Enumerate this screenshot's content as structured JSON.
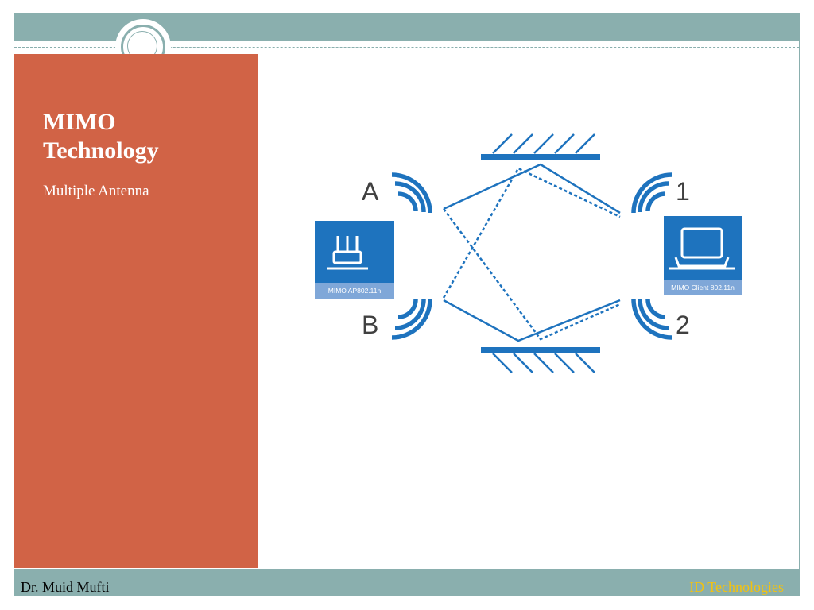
{
  "slide": {
    "title": "MIMO\nTechnology",
    "subtitle": "Multiple Antenna"
  },
  "footer": {
    "left": "Dr. Muid Mufti",
    "right": "ID Technologies"
  },
  "diagram": {
    "antenna_labels": {
      "a": "A",
      "b": "B",
      "one": "1",
      "two": "2"
    },
    "access_point_label": "MIMO AP802.11n",
    "client_label": "MIMO Client 802.11n"
  },
  "colors": {
    "accent": "#d16346",
    "band": "#8aafae",
    "diagram_blue": "#1e73be",
    "footer_right": "#f4c20d"
  }
}
